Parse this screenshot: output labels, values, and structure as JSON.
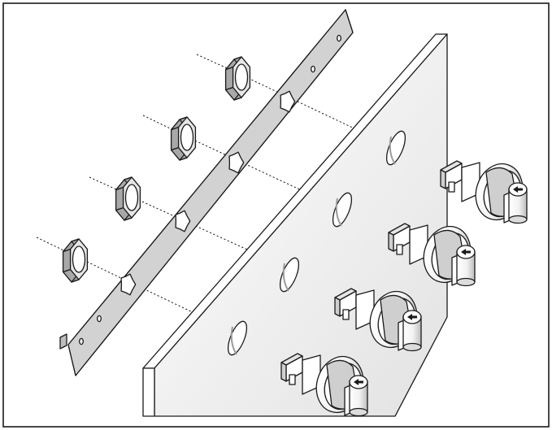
{
  "diagram": {
    "kind": "exploded-assembly",
    "components": [
      "hex-nut",
      "mounting-strip",
      "panel",
      "key-switch"
    ],
    "count": {
      "hex_nuts": 4,
      "key_switches": 4,
      "panel_holes": 4,
      "strip_star_holes": 4
    },
    "colors": {
      "outline": "#1a1a1a",
      "strip_fill": "#d2d2d2",
      "panel_face": "#f0f0f0",
      "panel_edge": "#ffffff",
      "switch_light": "#ffffff",
      "switch_shade": "#cfcfcf",
      "nut_fill": "#e6e6e6",
      "nut_side": "#a8a8a8"
    }
  }
}
